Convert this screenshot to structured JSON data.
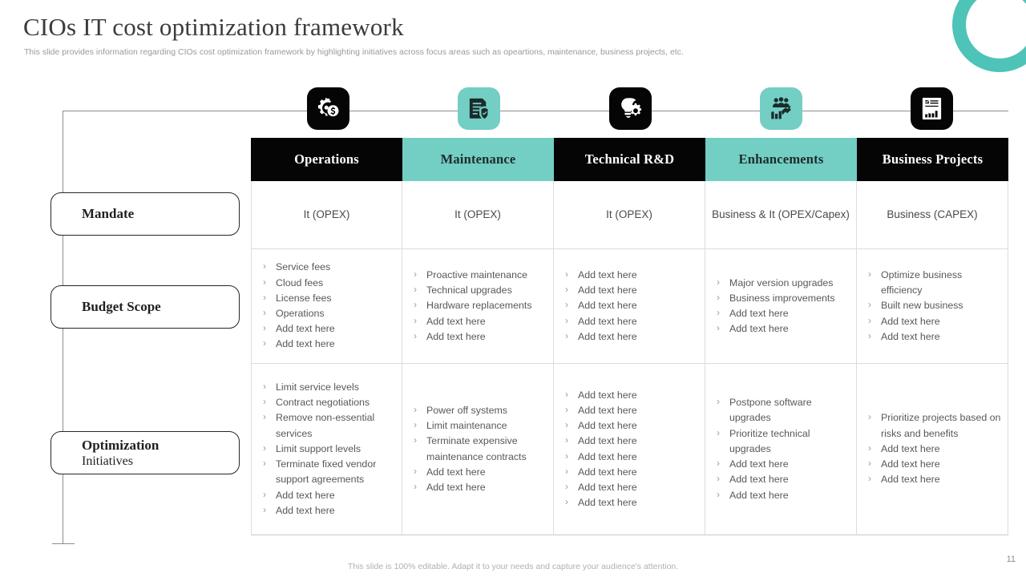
{
  "slide": {
    "title": "CIOs IT cost optimization framework",
    "subtitle": "This slide provides information regarding CIOs cost optimization framework by highlighting initiatives across focus areas such as opeartions, maintenance, business projects, etc.",
    "footer_note": "This slide is 100% editable. Adapt it to your needs and capture your audience's attention.",
    "page_number": "11"
  },
  "theme": {
    "accent_teal": "#73CEC4",
    "ring_teal": "#4EC3B8",
    "dark": "#050505",
    "body_text": "#585858",
    "muted_text": "#b0b0b0"
  },
  "row_labels": [
    {
      "title": "Mandate",
      "sub": ""
    },
    {
      "title": "Budget Scope",
      "sub": ""
    },
    {
      "title": "Optimization",
      "sub": "Initiatives"
    }
  ],
  "columns": [
    {
      "header": "Operations",
      "header_style": "dark",
      "icon": "gear-dollar-icon",
      "icon_style": "dark",
      "mandate": "It (OPEX)",
      "budget_scope": [
        "Service fees",
        "Cloud fees",
        "License fees",
        "Operations",
        "Add text here",
        "Add text here"
      ],
      "optimization_initiatives": [
        "Limit service levels",
        "Contract negotiations",
        "Remove non-essential services",
        "Limit support levels",
        "Terminate fixed vendor support agreements",
        "Add text here",
        "Add text here"
      ]
    },
    {
      "header": "Maintenance",
      "header_style": "teal",
      "icon": "document-shield-icon",
      "icon_style": "teal",
      "mandate": "It (OPEX)",
      "budget_scope": [
        "Proactive maintenance",
        "Technical upgrades",
        "Hardware replacements",
        "Add text here",
        "Add text here"
      ],
      "optimization_initiatives": [
        "Power off systems",
        "Limit maintenance",
        "Terminate expensive maintenance contracts",
        "Add text here",
        "Add text here"
      ]
    },
    {
      "header": "Technical R&D",
      "header_style": "dark",
      "icon": "lightbulb-gear-icon",
      "icon_style": "dark",
      "mandate": "It (OPEX)",
      "budget_scope": [
        "Add text here",
        "Add text here",
        "Add text here",
        "Add text here",
        "Add text here"
      ],
      "optimization_initiatives": [
        "Add text here",
        "Add text here",
        "Add text here",
        "Add text here",
        "Add text here",
        "Add text here",
        "Add text here",
        "Add text here"
      ]
    },
    {
      "header": "Enhancements",
      "header_style": "teal",
      "icon": "people-growth-icon",
      "icon_style": "teal",
      "mandate": "Business & It (OPEX/Capex)",
      "budget_scope": [
        "Major version upgrades",
        "Business improvements",
        "Add text here",
        "Add text here"
      ],
      "optimization_initiatives": [
        "Postpone software upgrades",
        "Prioritize technical upgrades",
        "Add text here",
        "Add text here",
        "Add text here"
      ]
    },
    {
      "header": "Business Projects",
      "header_style": "dark",
      "icon": "report-chart-icon",
      "icon_style": "dark",
      "mandate": "Business (CAPEX)",
      "budget_scope": [
        "Optimize business efficiency",
        "Built new business",
        "Add text here",
        "Add text here"
      ],
      "optimization_initiatives": [
        "Prioritize projects based on risks and benefits",
        "Add text here",
        "Add text here",
        "Add text here"
      ]
    }
  ]
}
